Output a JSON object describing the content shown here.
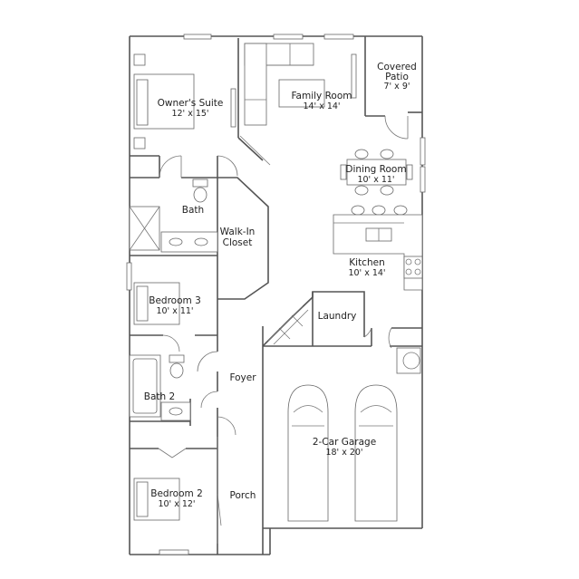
{
  "rooms": [
    {
      "id": "owners-suite",
      "name": "Owner's Suite",
      "dims": "12' x 15'"
    },
    {
      "id": "family-room",
      "name": "Family Room",
      "dims": "14' x 14'"
    },
    {
      "id": "covered-patio",
      "name": "Covered",
      "name2": "Patio",
      "dims": "7' x 9'"
    },
    {
      "id": "dining-room",
      "name": "Dining Room",
      "dims": "10' x 11'"
    },
    {
      "id": "bath",
      "name": "Bath"
    },
    {
      "id": "walk-in-closet",
      "name": "Walk-In",
      "name2": "Closet"
    },
    {
      "id": "kitchen",
      "name": "Kitchen",
      "dims": "10' x 14'"
    },
    {
      "id": "bedroom-3",
      "name": "Bedroom 3",
      "dims": "10' x 11'"
    },
    {
      "id": "laundry",
      "name": "Laundry"
    },
    {
      "id": "foyer",
      "name": "Foyer"
    },
    {
      "id": "bath-2",
      "name": "Bath 2"
    },
    {
      "id": "garage",
      "name": "2-Car Garage",
      "dims": "18' x 20'"
    },
    {
      "id": "bedroom-2",
      "name": "Bedroom 2",
      "dims": "10' x 12'"
    },
    {
      "id": "porch",
      "name": "Porch"
    }
  ]
}
